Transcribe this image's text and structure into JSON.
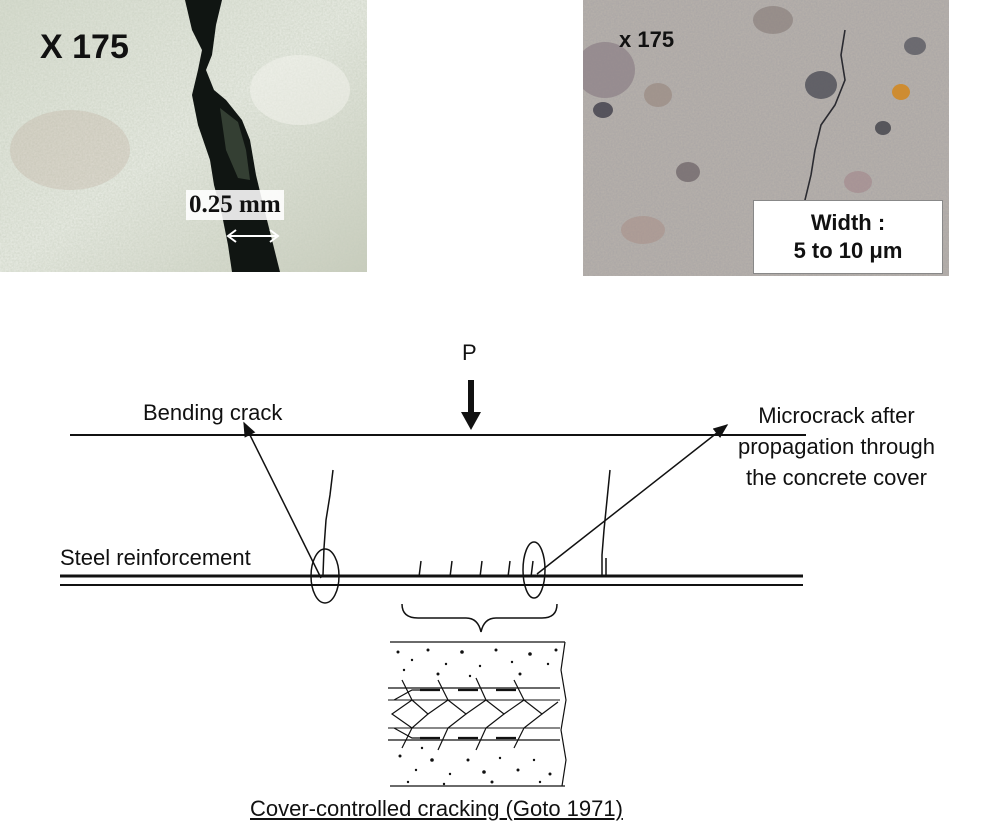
{
  "photos": {
    "left": {
      "magnification": "X 175",
      "crack_width": "0.25 mm"
    },
    "right": {
      "magnification": "x 175",
      "width_label": "Width :",
      "width_value": "5 to 10 μm"
    }
  },
  "diagram": {
    "load_label": "P",
    "bending_crack": "Bending crack",
    "microcrack_lines": [
      "Microcrack after",
      "propagation through",
      "the concrete cover"
    ],
    "steel_label": "Steel reinforcement",
    "caption": "Cover-controlled cracking (Goto 1971)"
  }
}
